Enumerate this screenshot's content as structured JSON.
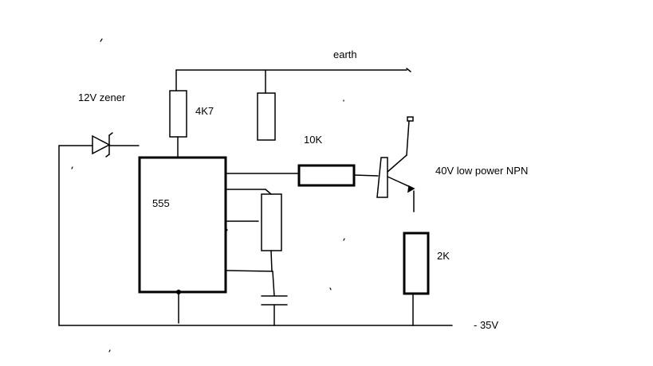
{
  "labels": {
    "earth": "earth",
    "zener": "12V zener",
    "r_4k7": "4K7",
    "ic_555": "555",
    "r_10k": "10K",
    "npn": "40V low power NPN",
    "r_2k": "2K",
    "neg_35v": "- 35V"
  },
  "colors": {
    "ink": "#000000",
    "background": "#ffffff"
  }
}
